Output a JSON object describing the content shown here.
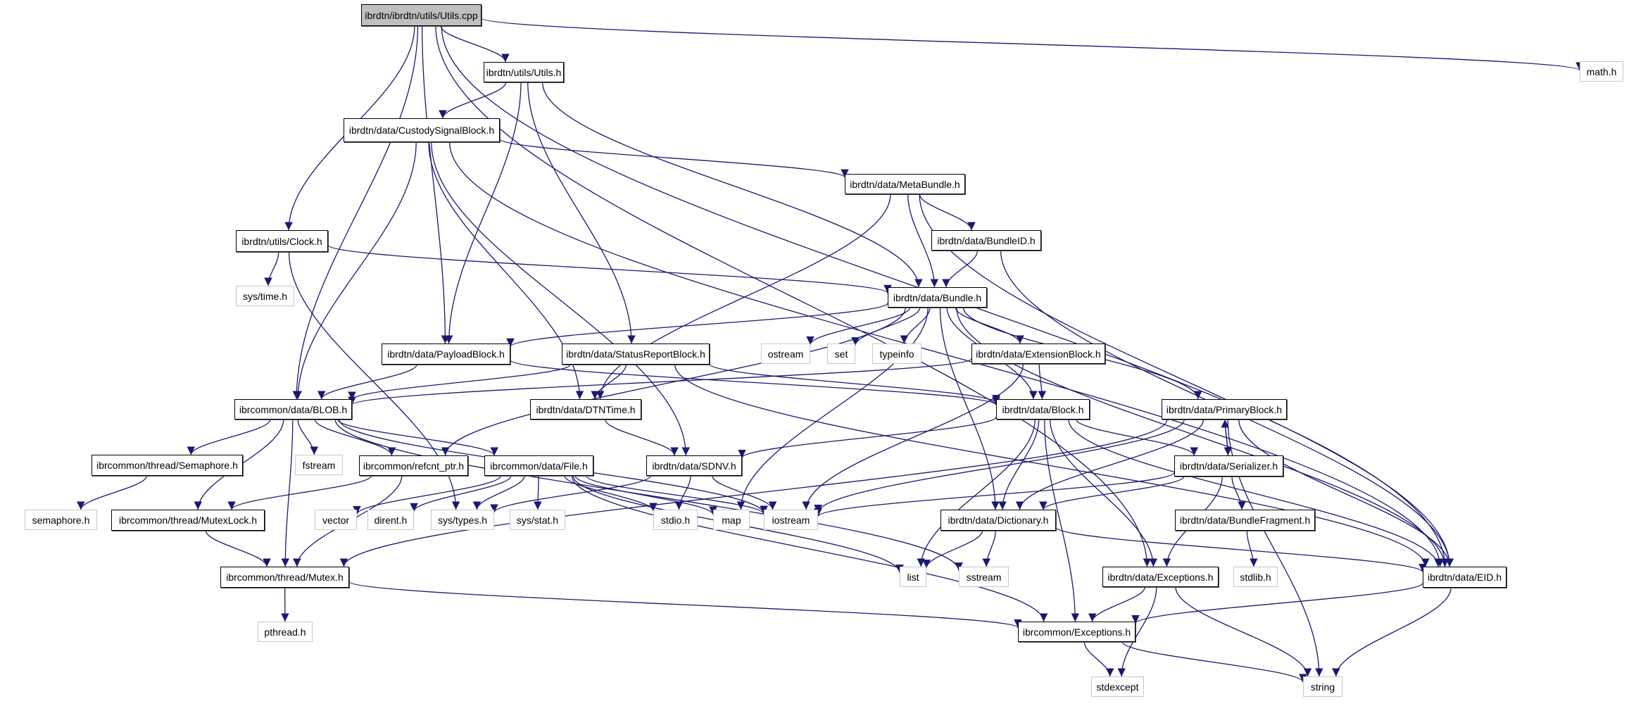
{
  "diagram": {
    "title": "ibrdtn/ibrdtn/utils/Utils.cpp",
    "edge_color": "#191970",
    "root_fill": "#bfbfbf",
    "external_border": "#c8c8c8",
    "nodes": [
      {
        "id": "utils_cpp",
        "label": "ibrdtn/ibrdtn/utils/Utils.cpp",
        "kind": "root"
      },
      {
        "id": "utils_h",
        "label": "ibrdtn/utils/Utils.h",
        "kind": "internal"
      },
      {
        "id": "math_h",
        "label": "math.h",
        "kind": "external"
      },
      {
        "id": "custody",
        "label": "ibrdtn/data/CustodySignalBlock.h",
        "kind": "internal"
      },
      {
        "id": "metabundle",
        "label": "ibrdtn/data/MetaBundle.h",
        "kind": "internal"
      },
      {
        "id": "clock",
        "label": "ibrdtn/utils/Clock.h",
        "kind": "internal"
      },
      {
        "id": "bundleid",
        "label": "ibrdtn/data/BundleID.h",
        "kind": "internal"
      },
      {
        "id": "systime",
        "label": "sys/time.h",
        "kind": "external"
      },
      {
        "id": "bundle",
        "label": "ibrdtn/data/Bundle.h",
        "kind": "internal"
      },
      {
        "id": "payload",
        "label": "ibrdtn/data/PayloadBlock.h",
        "kind": "internal"
      },
      {
        "id": "statusreport",
        "label": "ibrdtn/data/StatusReportBlock.h",
        "kind": "internal"
      },
      {
        "id": "ostream",
        "label": "ostream",
        "kind": "external"
      },
      {
        "id": "set",
        "label": "set",
        "kind": "external"
      },
      {
        "id": "typeinfo",
        "label": "typeinfo",
        "kind": "external"
      },
      {
        "id": "extension",
        "label": "ibrdtn/data/ExtensionBlock.h",
        "kind": "internal"
      },
      {
        "id": "blob",
        "label": "ibrcommon/data/BLOB.h",
        "kind": "internal"
      },
      {
        "id": "dtntime",
        "label": "ibrdtn/data/DTNTime.h",
        "kind": "internal"
      },
      {
        "id": "block",
        "label": "ibrdtn/data/Block.h",
        "kind": "internal"
      },
      {
        "id": "primary",
        "label": "ibrdtn/data/PrimaryBlock.h",
        "kind": "internal"
      },
      {
        "id": "semaphore_h",
        "label": "ibrcommon/thread/Semaphore.h",
        "kind": "internal"
      },
      {
        "id": "fstream",
        "label": "fstream",
        "kind": "external"
      },
      {
        "id": "refcnt",
        "label": "ibrcommon/refcnt_ptr.h",
        "kind": "internal"
      },
      {
        "id": "file",
        "label": "ibrcommon/data/File.h",
        "kind": "internal"
      },
      {
        "id": "sdnv",
        "label": "ibrdtn/data/SDNV.h",
        "kind": "internal"
      },
      {
        "id": "serializer",
        "label": "ibrdtn/data/Serializer.h",
        "kind": "internal"
      },
      {
        "id": "semaphore",
        "label": "semaphore.h",
        "kind": "external"
      },
      {
        "id": "mutexlock",
        "label": "ibrcommon/thread/MutexLock.h",
        "kind": "internal"
      },
      {
        "id": "vector",
        "label": "vector",
        "kind": "external"
      },
      {
        "id": "dirent",
        "label": "dirent.h",
        "kind": "external"
      },
      {
        "id": "systypes",
        "label": "sys/types.h",
        "kind": "external"
      },
      {
        "id": "sysstat",
        "label": "sys/stat.h",
        "kind": "external"
      },
      {
        "id": "stdio",
        "label": "stdio.h",
        "kind": "external"
      },
      {
        "id": "map",
        "label": "map",
        "kind": "external"
      },
      {
        "id": "iostream",
        "label": "iostream",
        "kind": "external"
      },
      {
        "id": "dictionary",
        "label": "ibrdtn/data/Dictionary.h",
        "kind": "internal"
      },
      {
        "id": "fragment",
        "label": "ibrdtn/data/BundleFragment.h",
        "kind": "internal"
      },
      {
        "id": "mutex",
        "label": "ibrcommon/thread/Mutex.h",
        "kind": "internal"
      },
      {
        "id": "list",
        "label": "list",
        "kind": "external"
      },
      {
        "id": "sstream",
        "label": "sstream",
        "kind": "external"
      },
      {
        "id": "dtnexc",
        "label": "ibrdtn/data/Exceptions.h",
        "kind": "internal"
      },
      {
        "id": "stdlib",
        "label": "stdlib.h",
        "kind": "external"
      },
      {
        "id": "eid",
        "label": "ibrdtn/data/EID.h",
        "kind": "internal"
      },
      {
        "id": "pthread",
        "label": "pthread.h",
        "kind": "external"
      },
      {
        "id": "commonexc",
        "label": "ibrcommon/Exceptions.h",
        "kind": "internal"
      },
      {
        "id": "stdexcept",
        "label": "stdexcept",
        "kind": "external"
      },
      {
        "id": "string",
        "label": "string",
        "kind": "external"
      }
    ],
    "edges": [
      [
        "utils_cpp",
        "utils_h"
      ],
      [
        "utils_cpp",
        "math_h"
      ],
      [
        "utils_cpp",
        "clock"
      ],
      [
        "utils_cpp",
        "blob"
      ],
      [
        "utils_cpp",
        "payload"
      ],
      [
        "utils_cpp",
        "dtnexc"
      ],
      [
        "utils_cpp",
        "eid"
      ],
      [
        "utils_h",
        "custody"
      ],
      [
        "utils_h",
        "payload"
      ],
      [
        "utils_h",
        "statusreport"
      ],
      [
        "utils_h",
        "bundle"
      ],
      [
        "custody",
        "metabundle"
      ],
      [
        "custody",
        "blob"
      ],
      [
        "custody",
        "dtntime"
      ],
      [
        "custody",
        "sdnv"
      ],
      [
        "custody",
        "eid"
      ],
      [
        "metabundle",
        "bundleid"
      ],
      [
        "metabundle",
        "bundle"
      ],
      [
        "metabundle",
        "dtntime"
      ],
      [
        "metabundle",
        "eid"
      ],
      [
        "clock",
        "systime"
      ],
      [
        "clock",
        "bundle"
      ],
      [
        "clock",
        "systypes"
      ],
      [
        "bundleid",
        "bundle"
      ],
      [
        "bundleid",
        "eid"
      ],
      [
        "bundle",
        "payload"
      ],
      [
        "bundle",
        "ostream"
      ],
      [
        "bundle",
        "set"
      ],
      [
        "bundle",
        "typeinfo"
      ],
      [
        "bundle",
        "extension"
      ],
      [
        "bundle",
        "block"
      ],
      [
        "bundle",
        "primary"
      ],
      [
        "bundle",
        "refcnt"
      ],
      [
        "bundle",
        "map"
      ],
      [
        "bundle",
        "dictionary"
      ],
      [
        "bundle",
        "eid"
      ],
      [
        "payload",
        "blob"
      ],
      [
        "payload",
        "block"
      ],
      [
        "statusreport",
        "blob"
      ],
      [
        "statusreport",
        "dtntime"
      ],
      [
        "statusreport",
        "block"
      ],
      [
        "statusreport",
        "eid"
      ],
      [
        "extension",
        "blob"
      ],
      [
        "extension",
        "block"
      ],
      [
        "extension",
        "iostream"
      ],
      [
        "blob",
        "semaphore_h"
      ],
      [
        "blob",
        "fstream"
      ],
      [
        "blob",
        "refcnt"
      ],
      [
        "blob",
        "file"
      ],
      [
        "blob",
        "mutexlock"
      ],
      [
        "blob",
        "mutex"
      ],
      [
        "blob",
        "iostream"
      ],
      [
        "blob",
        "sstream"
      ],
      [
        "dtntime",
        "sdnv"
      ],
      [
        "block",
        "sdnv"
      ],
      [
        "block",
        "serializer"
      ],
      [
        "block",
        "dictionary"
      ],
      [
        "block",
        "list"
      ],
      [
        "block",
        "dtnexc"
      ],
      [
        "block",
        "commonexc"
      ],
      [
        "block",
        "eid"
      ],
      [
        "primary",
        "serializer"
      ],
      [
        "primary",
        "dictionary"
      ],
      [
        "primary",
        "iostream"
      ],
      [
        "primary",
        "mutex"
      ],
      [
        "primary",
        "eid"
      ],
      [
        "primary",
        "string"
      ],
      [
        "semaphore_h",
        "semaphore"
      ],
      [
        "refcnt",
        "mutex"
      ],
      [
        "refcnt",
        "mutexlock"
      ],
      [
        "file",
        "vector"
      ],
      [
        "file",
        "dirent"
      ],
      [
        "file",
        "systypes"
      ],
      [
        "file",
        "sysstat"
      ],
      [
        "file",
        "stdio"
      ],
      [
        "file",
        "map"
      ],
      [
        "file",
        "iostream"
      ],
      [
        "file",
        "list"
      ],
      [
        "file",
        "commonexc"
      ],
      [
        "sdnv",
        "stdio"
      ],
      [
        "sdnv",
        "iostream"
      ],
      [
        "sdnv",
        "systypes"
      ],
      [
        "serializer",
        "primary"
      ],
      [
        "serializer",
        "fragment"
      ],
      [
        "serializer",
        "dictionary"
      ],
      [
        "serializer",
        "iostream"
      ],
      [
        "serializer",
        "dtnexc"
      ],
      [
        "mutexlock",
        "mutex"
      ],
      [
        "dictionary",
        "list"
      ],
      [
        "dictionary",
        "sstream"
      ],
      [
        "dictionary",
        "eid"
      ],
      [
        "fragment",
        "stdlib"
      ],
      [
        "mutex",
        "pthread"
      ],
      [
        "mutex",
        "commonexc"
      ],
      [
        "dtnexc",
        "commonexc"
      ],
      [
        "dtnexc",
        "stdexcept"
      ],
      [
        "dtnexc",
        "string"
      ],
      [
        "eid",
        "commonexc"
      ],
      [
        "eid",
        "string"
      ],
      [
        "commonexc",
        "stdexcept"
      ],
      [
        "commonexc",
        "string"
      ]
    ]
  }
}
